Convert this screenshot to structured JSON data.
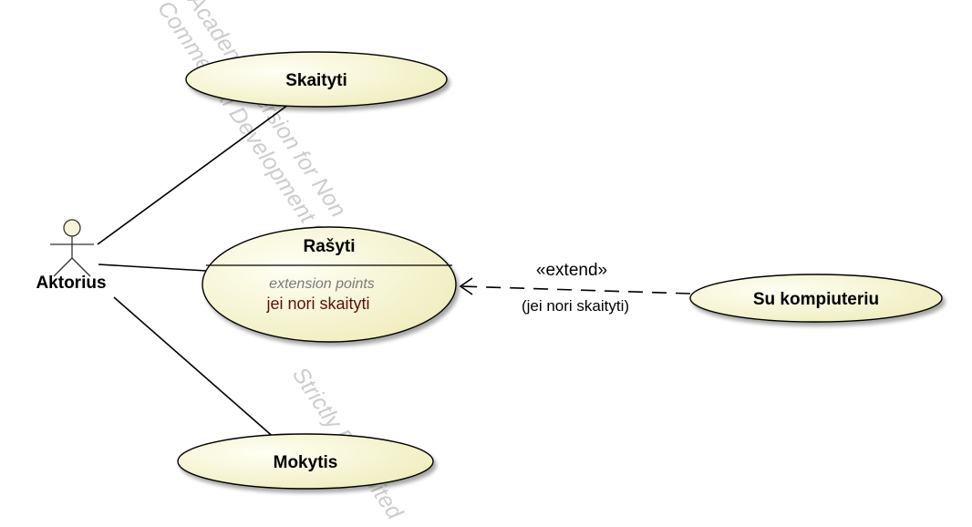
{
  "actor": {
    "name": "Aktorius"
  },
  "use_cases": {
    "skaityti": {
      "name": "Skaityti"
    },
    "rasyti": {
      "name": "Rašyti",
      "extension_points_title": "extension points",
      "extension_point": "jei nori skaityti"
    },
    "mokytis": {
      "name": "Mokytis"
    },
    "su_kompiuteriu": {
      "name": "Su kompiuteriu"
    }
  },
  "relations": {
    "extend": {
      "stereotype": "«extend»",
      "condition": "(jei nori skaityti)"
    }
  },
  "watermark": {
    "line1": "Academic Version for Non",
    "line2": "Commercial Development Only",
    "line3": "Strictly Prohibited"
  },
  "colors": {
    "usecase_fill_light": "#fffff0",
    "usecase_fill_dark": "#f2f0c2",
    "stroke": "#000000",
    "actor_fill": "#f6f4d6"
  }
}
